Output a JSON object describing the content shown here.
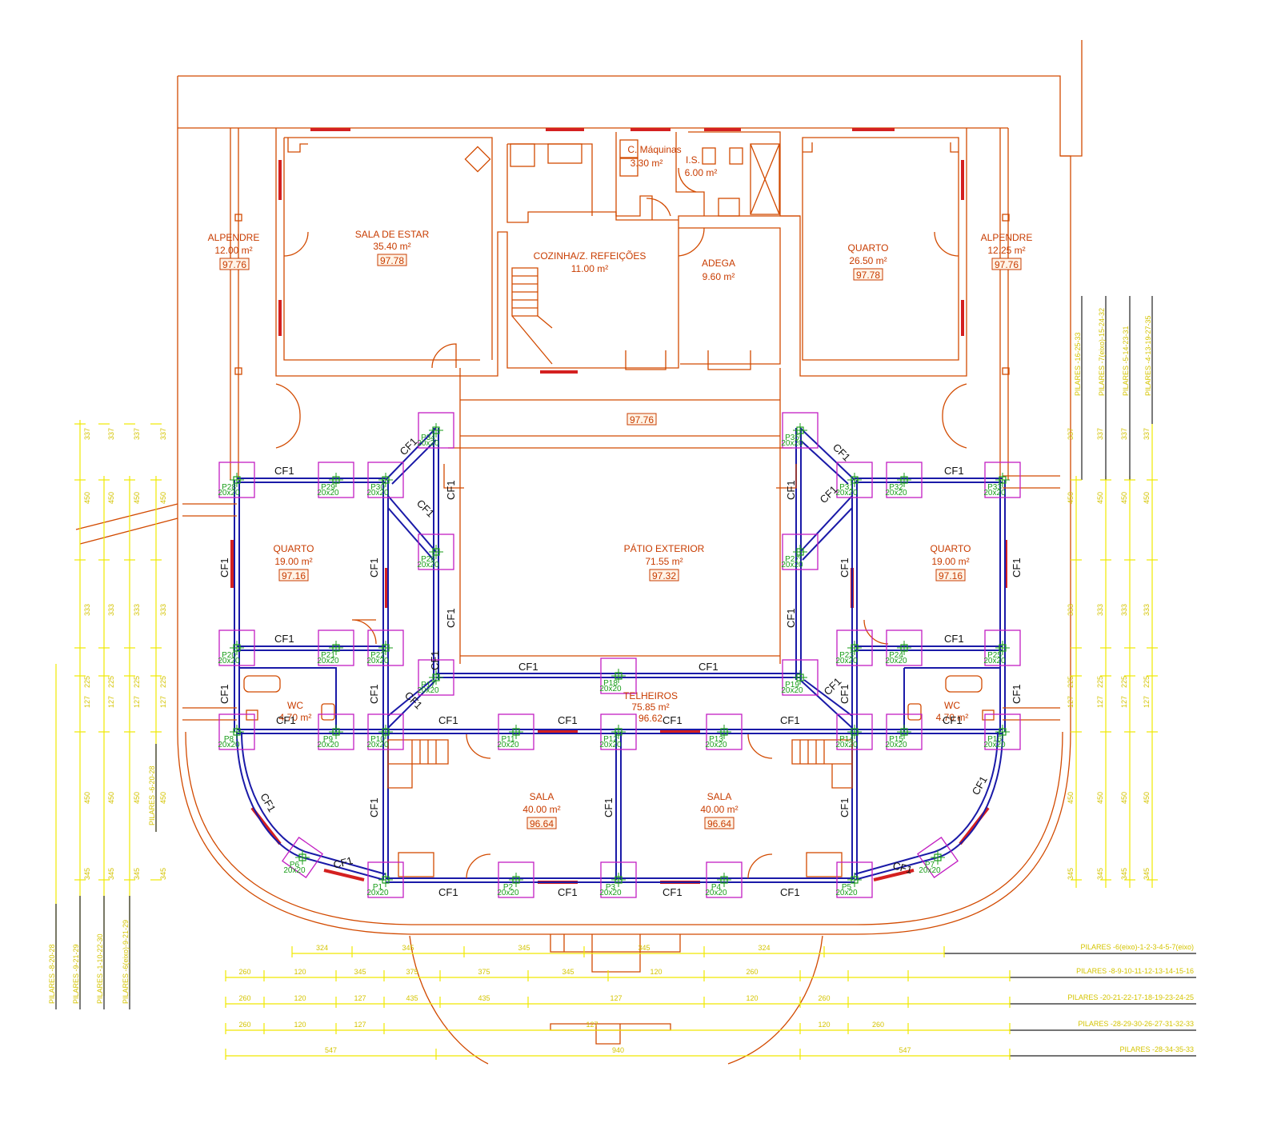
{
  "rooms": [
    {
      "id": "sala-de-estar",
      "name": "SALA DE ESTAR",
      "area": "35.40 m²",
      "elev": "97.78"
    },
    {
      "id": "cozinha",
      "name": "COZINHA/Z. REFEIÇÕES",
      "area": "11.00 m²",
      "elev": ""
    },
    {
      "id": "c-maquinas",
      "name": "C. Máquinas",
      "area": "3.30 m²",
      "elev": ""
    },
    {
      "id": "is",
      "name": "I.S.",
      "area": "6.00 m²",
      "elev": ""
    },
    {
      "id": "adega",
      "name": "ADEGA",
      "area": "9.60 m²",
      "elev": ""
    },
    {
      "id": "quarto-top",
      "name": "QUARTO",
      "area": "26.50 m²",
      "elev": "97.78"
    },
    {
      "id": "alpendre-left",
      "name": "ALPENDRE",
      "area": "12.00 m²",
      "elev": "97.76"
    },
    {
      "id": "alpendre-right",
      "name": "ALPENDRE",
      "area": "12.25 m²",
      "elev": "97.76"
    },
    {
      "id": "quarto-left",
      "name": "QUARTO",
      "area": "19.00 m²",
      "elev": "97.16"
    },
    {
      "id": "quarto-right",
      "name": "QUARTO",
      "area": "19.00 m²",
      "elev": "97.16"
    },
    {
      "id": "patio",
      "name": "PÁTIO EXTERIOR",
      "area": "71.55 m²",
      "elev": "97.32"
    },
    {
      "id": "telheiros",
      "name": "TELHEIROS",
      "area": "75.85 m²",
      "elev": "96.62"
    },
    {
      "id": "wc-left",
      "name": "WC",
      "area": "4.70 m²",
      "elev": ""
    },
    {
      "id": "wc-right",
      "name": "WC",
      "area": "4.70 m²",
      "elev": ""
    },
    {
      "id": "sala-left",
      "name": "SALA",
      "area": "40.00 m²",
      "elev": "96.64"
    },
    {
      "id": "sala-right",
      "name": "SALA",
      "area": "40.00 m²",
      "elev": "96.64"
    }
  ],
  "corridor_elev": "97.76",
  "beam_label": "CF1",
  "pillars": [
    "P1",
    "P2",
    "P3",
    "P4",
    "P5",
    "P6",
    "P7",
    "P8",
    "P9",
    "P10",
    "P11",
    "P12",
    "P13",
    "P14",
    "P15",
    "P16",
    "P17",
    "P18",
    "P19",
    "P20",
    "P21",
    "P22",
    "P23",
    "P24",
    "P25",
    "P26",
    "P27",
    "P28",
    "P29",
    "P30",
    "P31",
    "P32",
    "P33",
    "P34",
    "P35"
  ],
  "pillar_size": "20x20",
  "pillar_lines_bottom": [
    "PILARES -6(eixo)-1-2-3-4-5-7(eixo)",
    "PILARES -8-9-10-11-12-13-14-15-16",
    "PILARES -20-21-22-17-18-19-23-24-25",
    "PILARES -28-29-30-26-27-31-32-33",
    "PILARES -28-34-35-33"
  ],
  "pillar_lines_left": [
    "PILARES -8-20-28",
    "PILARES -9-21-29",
    "PILARES -1-10-22-30",
    "PILARES -6(eixo)-9-21-29",
    "PILARES -6-20-28"
  ],
  "pillar_lines_right": [
    "PILARES -16-25-33",
    "PILARES -7(eixo)-15-24-32",
    "PILARES -5-14-23-31",
    "PILARES -4-13-19-27-35"
  ],
  "dims_bottom": [
    [
      "324",
      "345",
      "345",
      "345",
      "324"
    ],
    [
      "260",
      "120",
      "345",
      "375",
      "375",
      "345",
      "120",
      "260"
    ],
    [
      "260",
      "120",
      "127",
      "435",
      "435",
      "127",
      "120",
      "260"
    ],
    [
      "260",
      "120",
      "127",
      "127",
      "120",
      "260"
    ],
    [
      "547",
      "940",
      "547"
    ]
  ],
  "dims_left": [
    "337",
    "450",
    "333",
    "225",
    "127",
    "450",
    "345"
  ],
  "colors": {
    "wall": "#d24a00",
    "beam": "#1a1aa8",
    "pillar": "#c21ec2",
    "dimension": "#f0e800",
    "window": "#d42020",
    "label": "#c83c00",
    "pillar_label": "#1a9e1a"
  }
}
